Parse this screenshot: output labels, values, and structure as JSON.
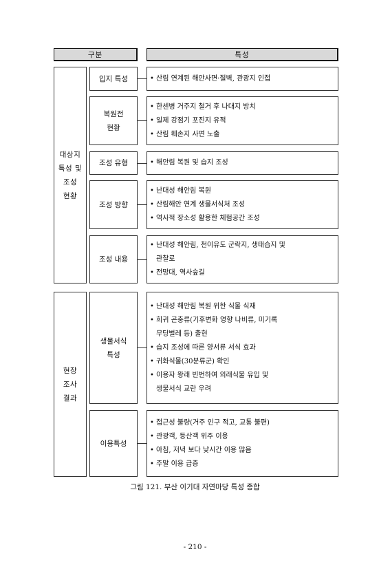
{
  "header": {
    "col1": "구분",
    "col2": "특성"
  },
  "sections": [
    {
      "label": "대상지\n특성 및\n조성\n현황",
      "rows": [
        {
          "name": "입지 특성",
          "items": [
            "산림 연계된 해안사면·절벽, 관광지 인접"
          ]
        },
        {
          "name": "복원전\n현황",
          "items": [
            "한센병 거주지 철거 후 나대지 방치",
            "일제 강점기 포진지 유적",
            "산림 훼손지 사면 노출"
          ]
        },
        {
          "name": "조성 유형",
          "items": [
            "해안림 복원 및 습지 조성"
          ]
        },
        {
          "name": "조성 방향",
          "items": [
            "난대성 해안림 복원",
            "산림해안 연계 생물서식처 조성",
            "역사적 장소성 활용한 체험공간 조성"
          ]
        },
        {
          "name": "조성 내용",
          "items": [
            "난대성 해안림, 천이유도 군락지, 생태습지 및\n관찰로",
            "전망대, 역사숲길"
          ]
        }
      ]
    },
    {
      "label": "현장\n조사\n결과",
      "rows": [
        {
          "name": "생물서식\n특성",
          "items": [
            "난대성 해안림 복원 위한 식물 식재",
            "희귀 곤충류(기후변화 영향 나비류, 미기록\n무당벌레 등) 출현",
            "습지 조성에 따른 양서류 서식 효과",
            "귀화식물(30분류군) 확인",
            "이용자 왕래 빈번하여 외래식물 유입 및\n생물서식 교란 우려"
          ]
        },
        {
          "name": "이용특성",
          "items": [
            "접근성 불량(거주 인구 적고, 교통 불편)",
            "관광객, 등산객 위주 이용",
            "아침, 저녁 보다 낮시간 이용 많음",
            "주말 이용 급증"
          ]
        }
      ]
    }
  ],
  "caption": "그림 121. 부산 이기대 자연마당 특성 종합",
  "page_number": "- 210 -"
}
